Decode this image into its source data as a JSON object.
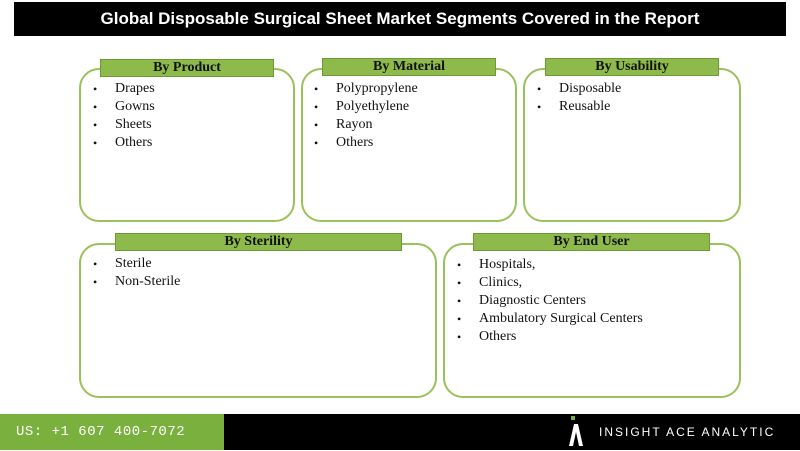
{
  "title": "Global Disposable Surgical Sheet Market Segments Covered in the Report",
  "segments": {
    "product": {
      "header": "By Product",
      "items": [
        "Drapes",
        "Gowns",
        "Sheets",
        "Others"
      ]
    },
    "material": {
      "header": "By Material",
      "items": [
        "Polypropylene",
        "Polyethylene",
        "Rayon",
        "Others"
      ]
    },
    "usability": {
      "header": "By Usability",
      "items": [
        "Disposable",
        "Reusable"
      ]
    },
    "sterility": {
      "header": "By Sterility",
      "items": [
        "Sterile",
        "Non-Sterile"
      ]
    },
    "end_user": {
      "header": "By End User",
      "items": [
        "Hospitals,",
        "Clinics,",
        "Diagnostic Centers",
        "Ambulatory Surgical Centers",
        "Others"
      ]
    }
  },
  "bullet_symbol": "•",
  "footer": {
    "phone": "US: +1 607 400-7072",
    "brand": "INSIGHT ACE ANALYTIC",
    "logo_icon": "insight-ace-logo-icon"
  },
  "colors": {
    "title_bg": "#000000",
    "accent_green": "#8dba4a",
    "box_border": "#9bc25a",
    "footer_green": "#7ab03e",
    "footer_bg": "#000000"
  }
}
